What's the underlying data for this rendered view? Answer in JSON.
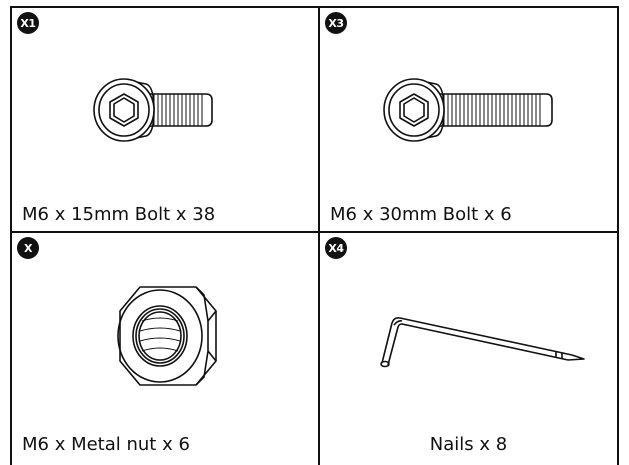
{
  "parts": [
    {
      "badge": "X1",
      "label": "M6 x 15mm Bolt x 38",
      "icon": "short-bolt-icon"
    },
    {
      "badge": "X3",
      "label": "M6 x 30mm Bolt x 6",
      "icon": "long-bolt-icon"
    },
    {
      "badge": "X",
      "label": "M6 x Metal nut x 6",
      "icon": "hex-nut-icon"
    },
    {
      "badge": "X4",
      "label": "Nails x 8",
      "icon": "allen-key-icon"
    }
  ]
}
